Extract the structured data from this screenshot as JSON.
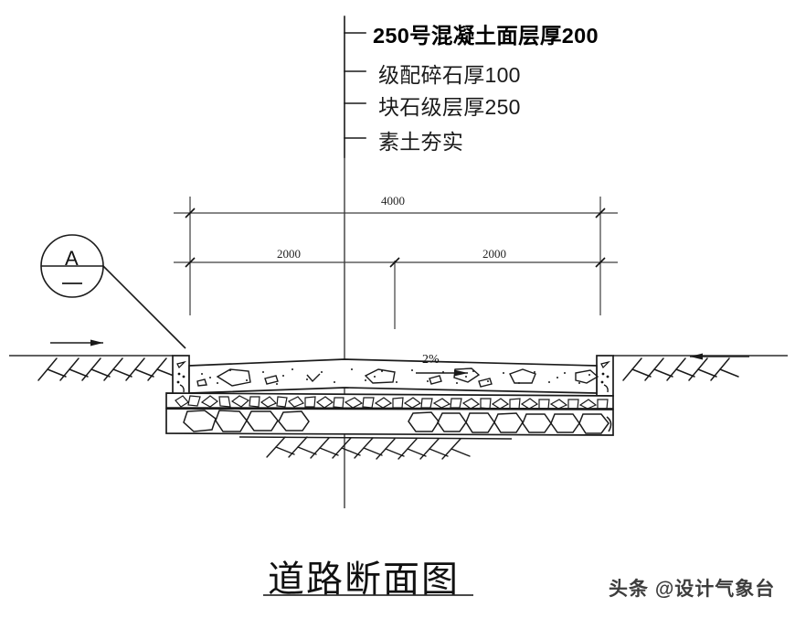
{
  "drawing": {
    "title": "道路断面图",
    "watermark": "头条 @设计气象台",
    "legend": {
      "items": [
        {
          "id": "layer-surface",
          "label": "250号混凝土面层厚200"
        },
        {
          "id": "layer-graded-gravel",
          "label": "级配碎石厚100"
        },
        {
          "id": "layer-rubble",
          "label": "块石级层厚250"
        },
        {
          "id": "layer-subgrade",
          "label": "素土夯实"
        }
      ]
    },
    "dimensions": {
      "overall": "4000",
      "left_half": "2000",
      "right_half": "2000"
    },
    "annotations": {
      "slope": "2%",
      "section_marker_letter": "A",
      "section_marker_sublabel": "—"
    },
    "colors": {
      "line": "#1a1a1a",
      "thin_line": "#4a4a4a",
      "background": "#ffffff",
      "text": "#111111"
    }
  }
}
